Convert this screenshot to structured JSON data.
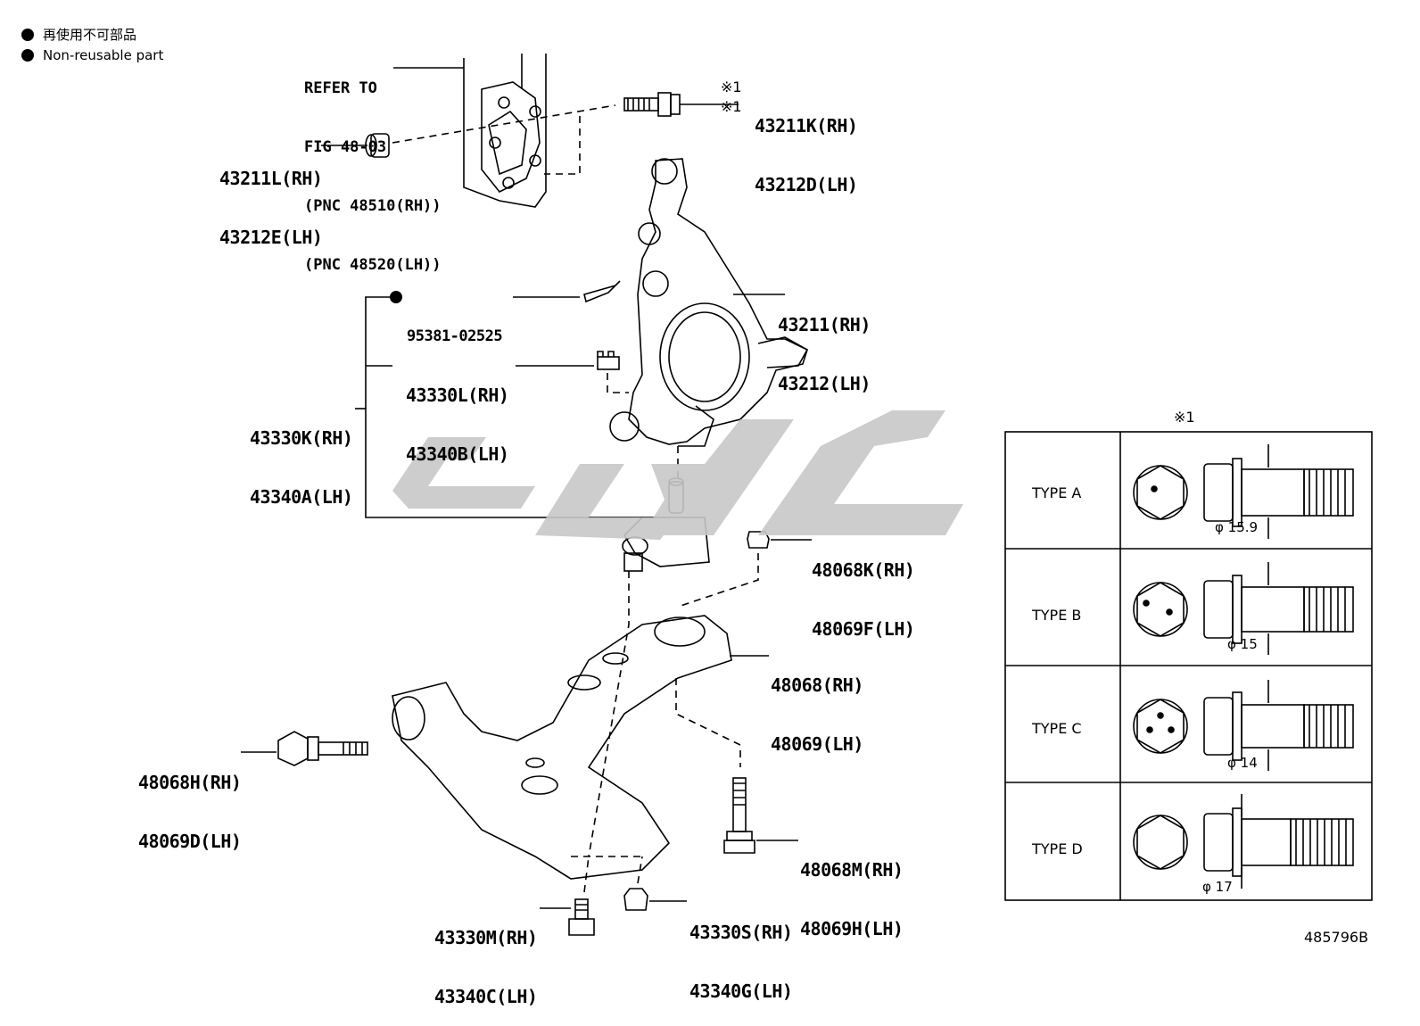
{
  "legend": {
    "jp": "再使用不可部品",
    "en": "Non-reusable part"
  },
  "refer": {
    "line1": "REFER TO",
    "line2": "FIG 48-03",
    "line3": "(PNC 48510(RH))",
    "line4": "(PNC 48520(LH))"
  },
  "parts": {
    "bolt_top": {
      "mark": "※1",
      "rh": "43211K(RH)",
      "lh": "43212D(LH)"
    },
    "nut_top": {
      "rh": "43211L(RH)",
      "lh": "43212E(LH)"
    },
    "knuckle": {
      "rh": "43211(RH)",
      "lh": "43212(LH)"
    },
    "cotter_pin": {
      "pn": "95381-02525"
    },
    "castle_nut": {
      "rh": "43330L(RH)",
      "lh": "43340B(LH)"
    },
    "ball_joint": {
      "rh": "43330K(RH)",
      "lh": "43340A(LH)"
    },
    "arm_nut": {
      "rh": "48068K(RH)",
      "lh": "48069F(LH)"
    },
    "lower_arm": {
      "rh": "48068(RH)",
      "lh": "48069(LH)"
    },
    "arm_bolt_front": {
      "rh": "48068H(RH)",
      "lh": "48069D(LH)"
    },
    "arm_bolt_rear": {
      "rh": "48068M(RH)",
      "lh": "48069H(LH)"
    },
    "bj_bolt": {
      "rh": "43330M(RH)",
      "lh": "43340C(LH)"
    },
    "bj_nut": {
      "rh": "43330S(RH)",
      "lh": "43340G(LH)"
    }
  },
  "type_table": {
    "header": "※1",
    "rows": [
      {
        "type": "TYPE A",
        "diameter": "φ 15.9"
      },
      {
        "type": "TYPE B",
        "diameter": "φ 15"
      },
      {
        "type": "TYPE C",
        "diameter": "φ 14"
      },
      {
        "type": "TYPE D",
        "diameter": "φ 17"
      }
    ]
  },
  "figure_code": "485796B"
}
